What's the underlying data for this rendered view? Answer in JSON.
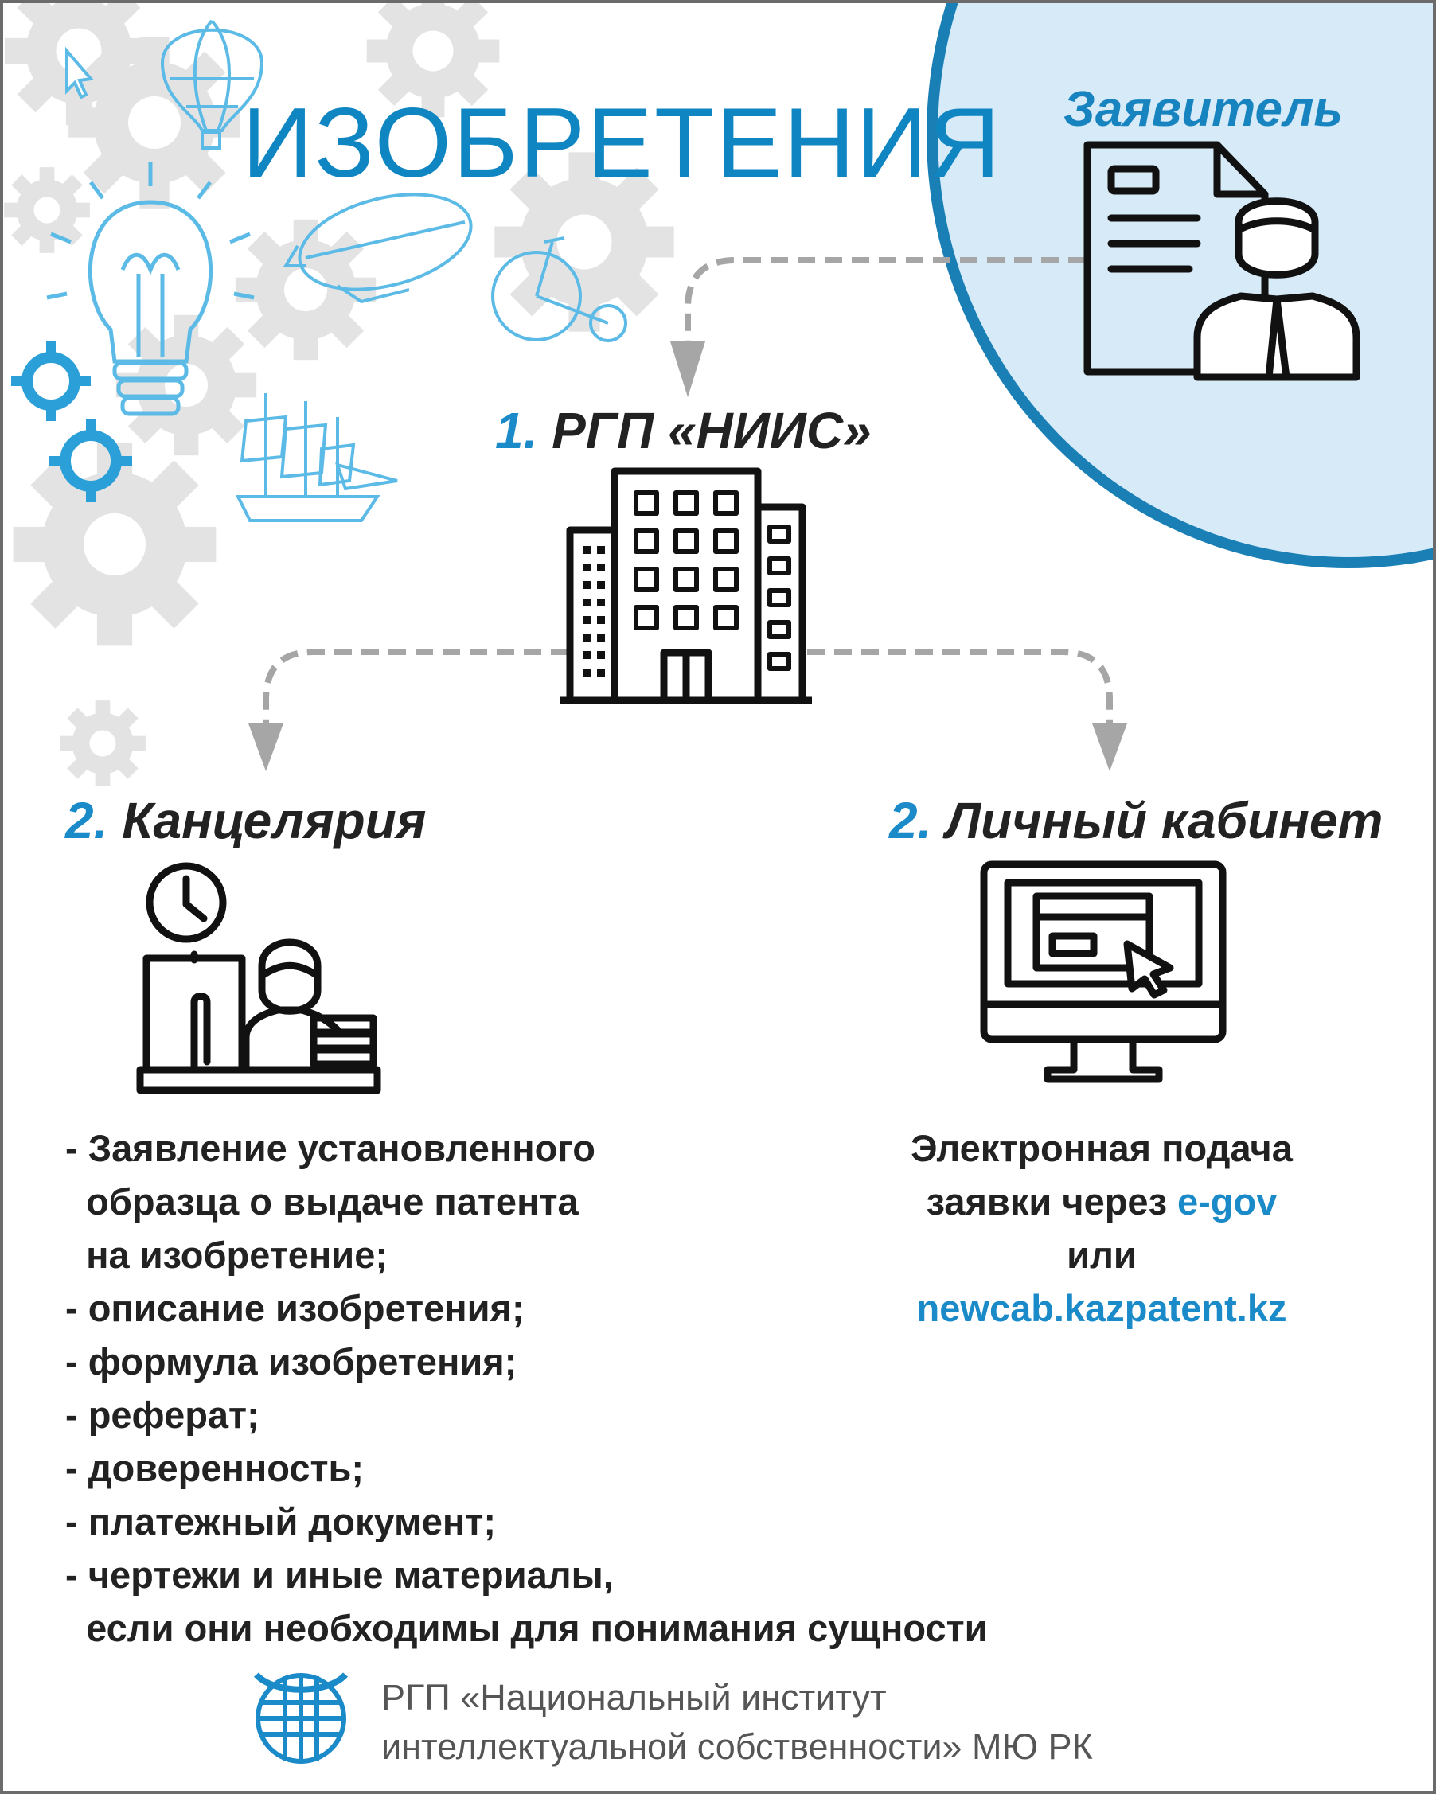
{
  "title": "ИЗОБРЕТЕНИЯ",
  "applicant": {
    "label": "Заявитель"
  },
  "niis": {
    "number": "1.",
    "label": "РГП «НИИС»"
  },
  "office": {
    "number": "2.",
    "label": "Канцелярия",
    "documents": [
      "- Заявление установленного",
      "  образца о выдаче патента",
      "  на изобретение;",
      "- описание изобретения;",
      "- формула изобретения;",
      "- реферат;",
      "- доверенность;",
      "- платежный документ;",
      "- чертежи и иные материалы,",
      "  если они необходимы для понимания сущности"
    ]
  },
  "cabinet": {
    "number": "2.",
    "label": "Личный кабинет",
    "line1": "Электронная подача",
    "line2_prefix": "заявки через ",
    "line2_link": "e-gov",
    "line3": "или",
    "line4_link": "newcab.kazpatent.kz"
  },
  "footer": {
    "org_line1": "РГП «Национальный институт",
    "org_line2": "интеллектуальной собственности» МЮ РК"
  },
  "colors": {
    "accent": "#1a8ac8",
    "title": "#0f86c2",
    "circle_fill": "#d6eaf8",
    "circle_border": "#1a7fb5",
    "gear": "#e3e3e3",
    "arrow": "#a6a6a6",
    "illustration": "#5cbbe6"
  },
  "icons": [
    "applicant-document-icon",
    "office-building-icon",
    "office-worker-icon",
    "computer-monitor-icon",
    "niis-logo-icon",
    "gear-icon",
    "balloon-icon",
    "light-bulb-icon",
    "airship-icon",
    "bicycle-icon",
    "sailing-ship-icon",
    "cursor-icon"
  ]
}
